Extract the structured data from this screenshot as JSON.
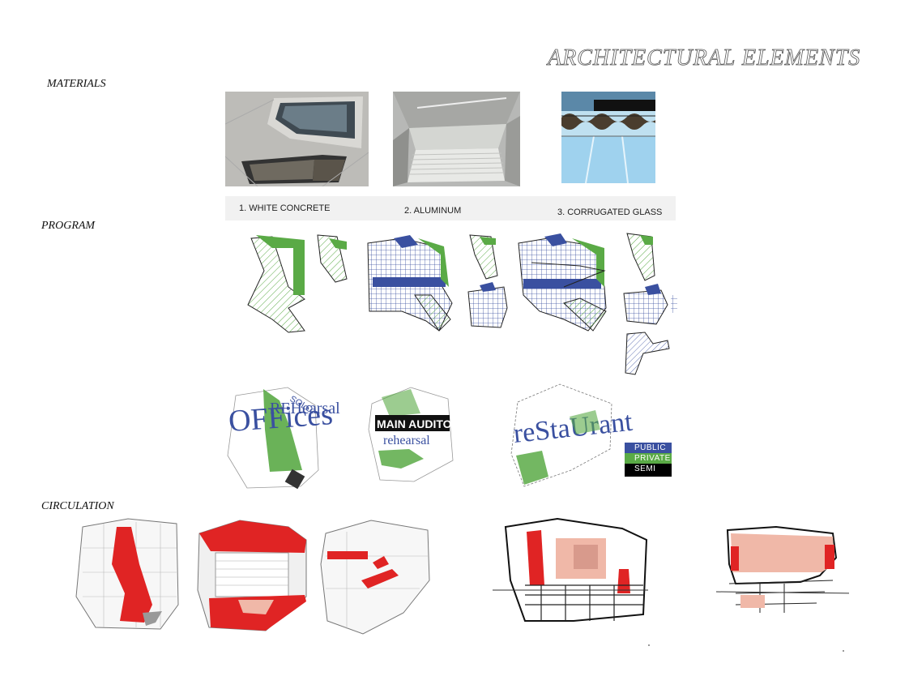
{
  "title": "ARCHITECTURAL ELEMENTS",
  "sections": {
    "materials": "MATERIALS",
    "program": "PROGRAM",
    "circulation": "CIRCULATION"
  },
  "materials": [
    {
      "label": "1. WHITE CONCRETE"
    },
    {
      "label": "2. ALUMINUM"
    },
    {
      "label": "3. CORRUGATED GLASS"
    }
  ],
  "program_words": {
    "offices": "OFFices",
    "rehearsal": "REHearsal",
    "solo": "SOLO",
    "main_auditorium": "MAIN AUDITORIUM",
    "rehearsal_2": "rehearsal",
    "restaurant": "reStaUrant"
  },
  "legend": {
    "items": [
      {
        "label": "PUBLIC",
        "color": "#3a50a0"
      },
      {
        "label": "PRIVATE",
        "color": "#5aaa46"
      },
      {
        "label": "SEMI",
        "color": "#000000"
      }
    ]
  },
  "colors": {
    "public_blue": "#3a50a0",
    "private_green": "#5aaa46",
    "circulation_red": "#e02424",
    "space_pink": "#f0b8a8"
  }
}
